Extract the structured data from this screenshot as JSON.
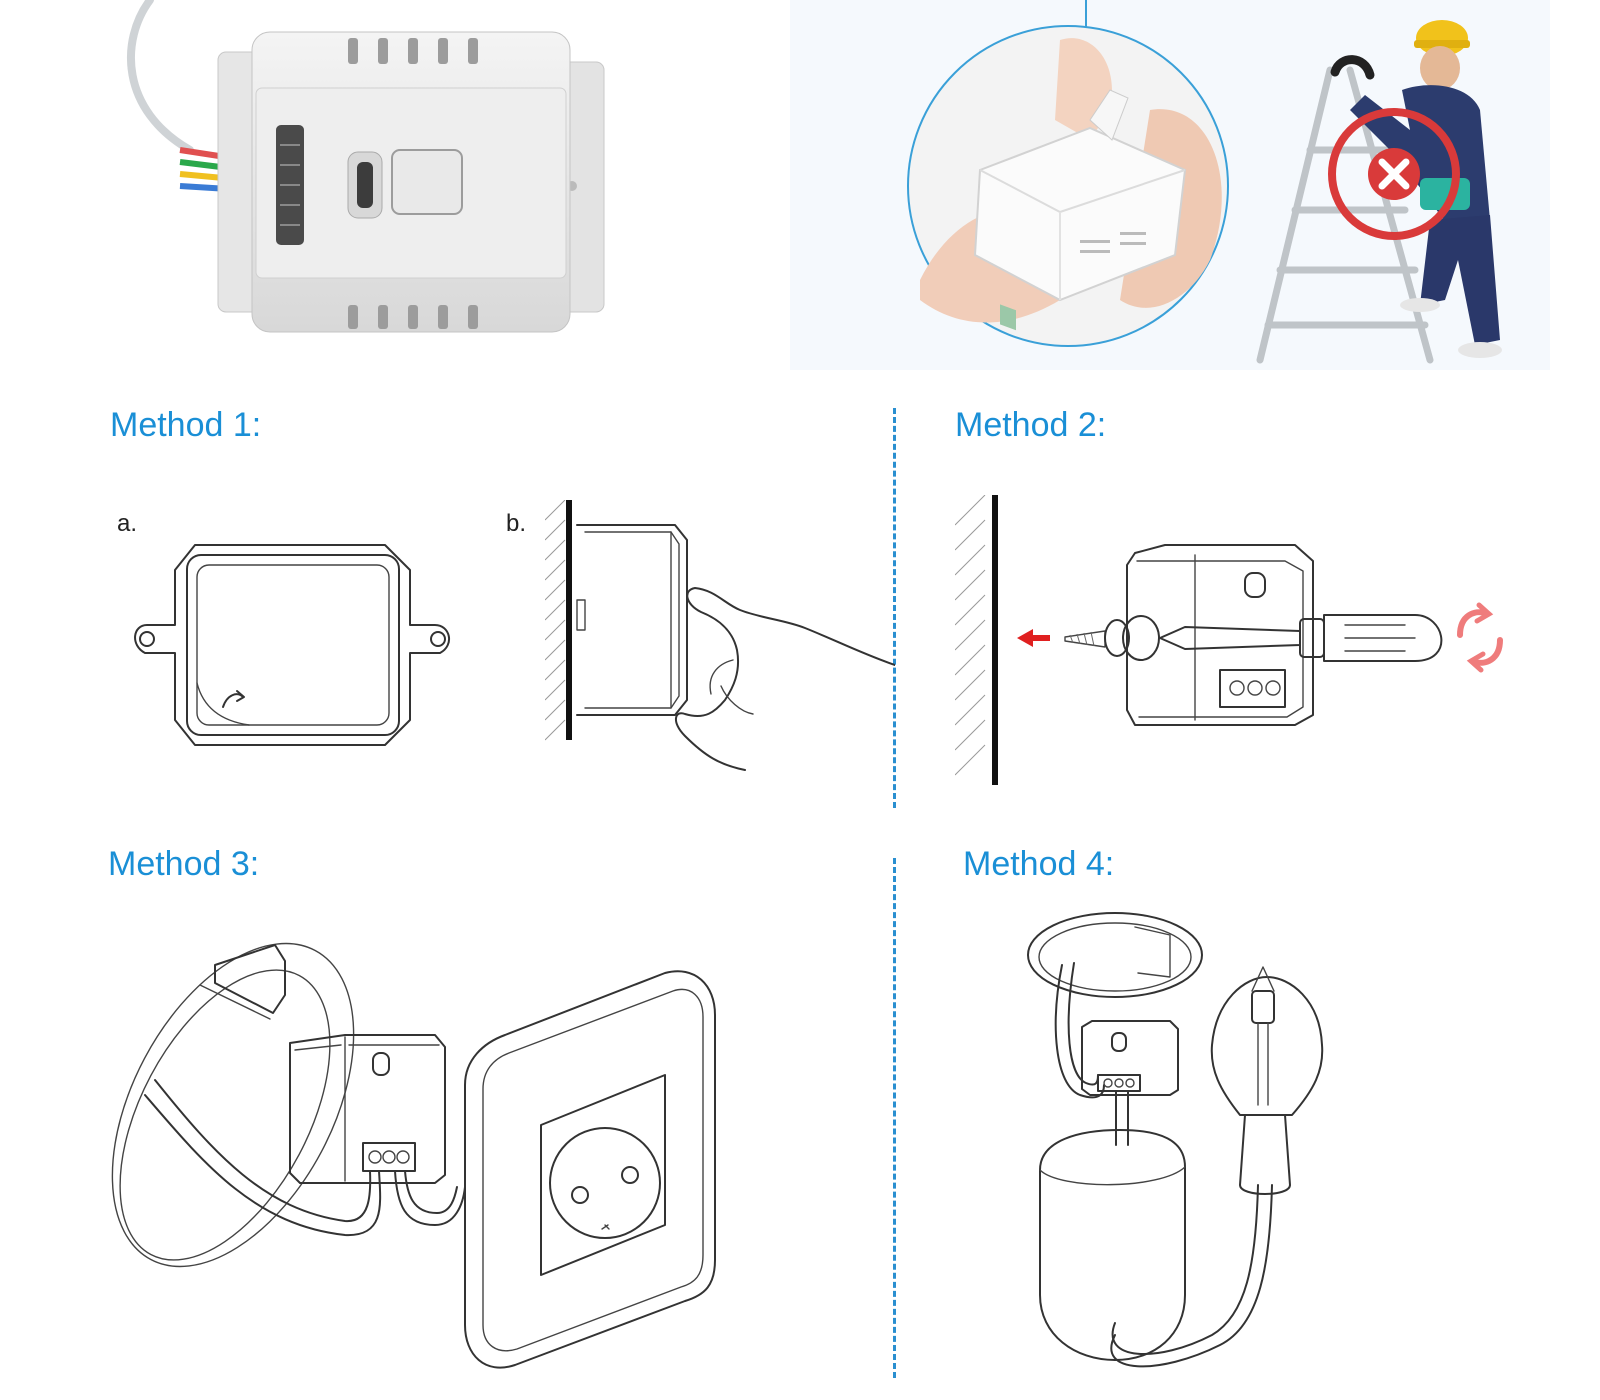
{
  "methods": [
    {
      "title": "Method 1:"
    },
    {
      "title": "Method 2:"
    },
    {
      "title": "Method 3:"
    },
    {
      "title": "Method 4:"
    }
  ],
  "method1_steps": [
    {
      "label": "a."
    },
    {
      "label": "b."
    }
  ],
  "colors": {
    "accent": "#1a8fd6",
    "divider": "#2a8fd0",
    "warning_red": "#d93a3a",
    "arrow_red": "#e02020",
    "rotate_pink": "#ef7c7c"
  }
}
